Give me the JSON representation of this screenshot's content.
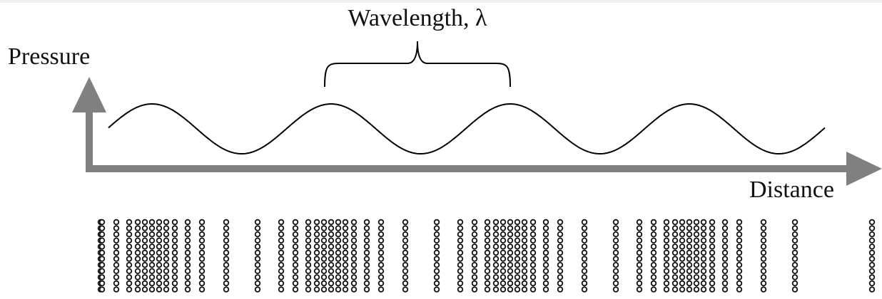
{
  "diagram": {
    "y_axis_label": "Pressure",
    "x_axis_label": "Distance",
    "wavelength_label": "Wavelength, λ",
    "axis_color": "#808080",
    "wave_color": "#000000",
    "molecule_stroke_color": "#111111",
    "wave_crests": 4,
    "wave_troughs": 4,
    "compression_zones": 4,
    "rarefaction_zones": 4
  }
}
